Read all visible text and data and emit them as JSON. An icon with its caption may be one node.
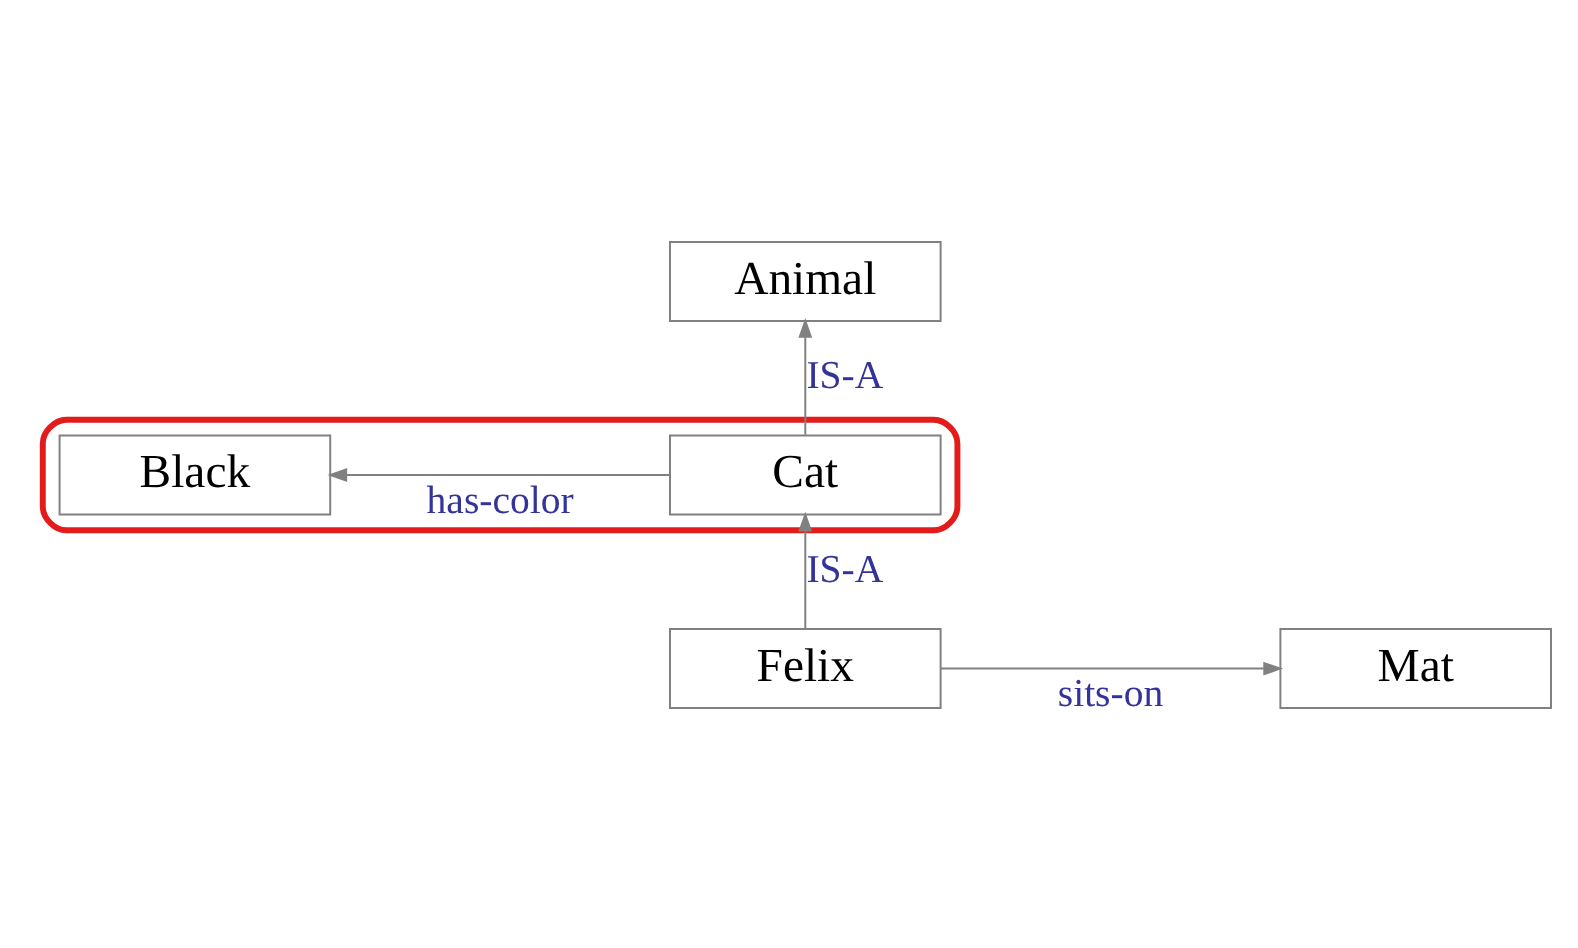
{
  "diagram": {
    "nodes": [
      {
        "text": [
          "Animal"
        ]
      },
      {
        "text": [],
        "shape": "ellipse"
      },
      {
        "text": [
          "Cat"
        ],
        "in": 1
      },
      {
        "text": [
          "Black"
        ],
        "in": 1
      },
      {
        "text": [
          "Felix"
        ]
      },
      {
        "text": [
          "Mat"
        ]
      }
    ],
    "edges": [
      {
        "from": 2,
        "to": 0,
        "arrow": "to",
        "label": "IS-A"
      },
      {
        "from": 2,
        "to": 3,
        "arrow": "to",
        "label": "has-color"
      },
      {
        "from": 4,
        "to": 2,
        "arrow": "to",
        "label": "IS-A"
      },
      {
        "from": 4,
        "to": 5,
        "arrow": "to",
        "label": "sits-on"
      }
    ]
  }
}
